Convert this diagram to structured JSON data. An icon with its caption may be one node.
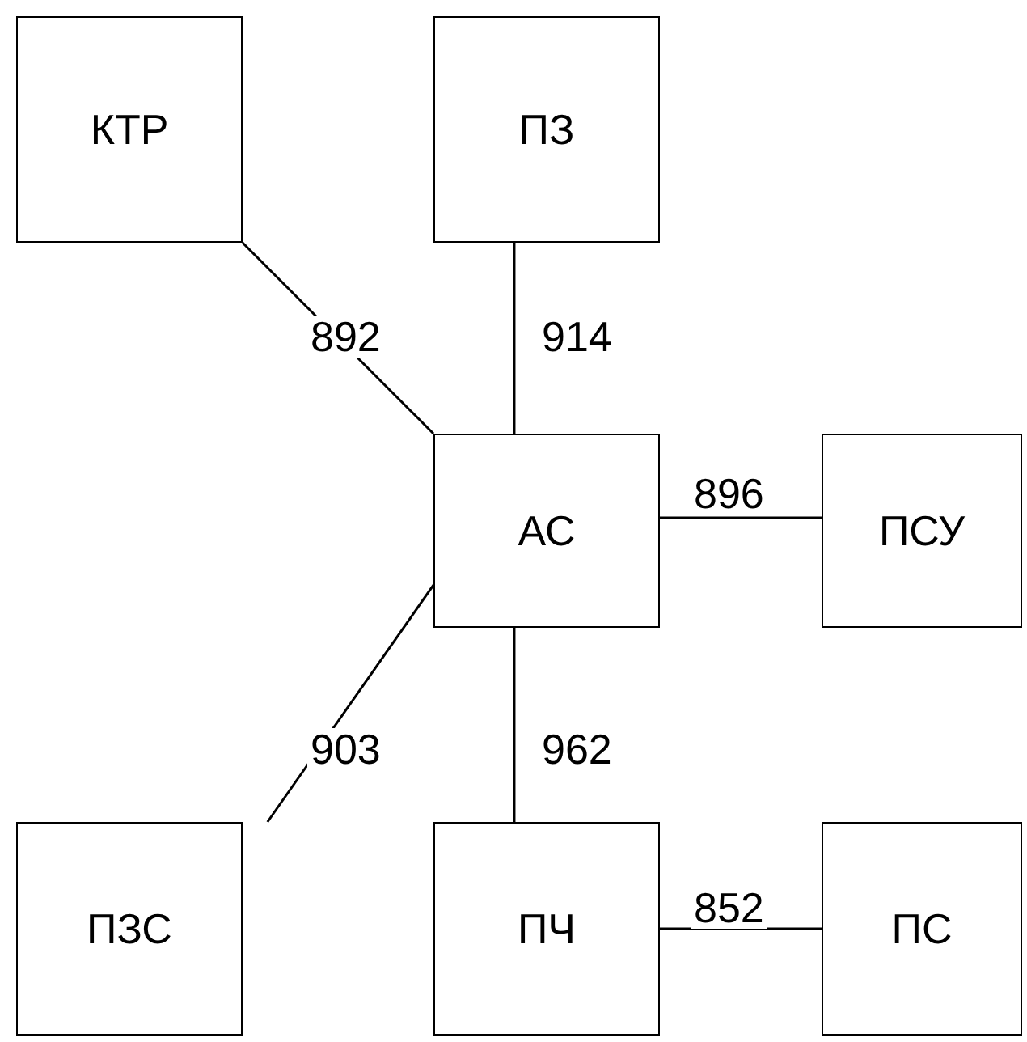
{
  "diagram": {
    "nodes": [
      {
        "text": [
          "КТР"
        ]
      },
      {
        "text": [
          "ПЗ"
        ]
      },
      {
        "text": [
          "АС"
        ]
      },
      {
        "text": [
          "ПСУ"
        ]
      },
      {
        "text": [
          "ПЗС"
        ]
      },
      {
        "text": [
          "ПЧ"
        ]
      },
      {
        "text": [
          "ПС"
        ]
      }
    ],
    "edges": [
      {
        "from": 0,
        "to": 2,
        "arrow": "none",
        "label": "892"
      },
      {
        "from": 1,
        "to": 2,
        "arrow": "none",
        "label": "914"
      },
      {
        "from": 2,
        "to": 3,
        "arrow": "none",
        "label": "896"
      },
      {
        "from": 4,
        "to": 2,
        "arrow": "none",
        "label": "903"
      },
      {
        "from": 2,
        "to": 5,
        "arrow": "none",
        "label": "962"
      },
      {
        "from": 5,
        "to": 6,
        "arrow": "none",
        "label": "852"
      }
    ]
  }
}
